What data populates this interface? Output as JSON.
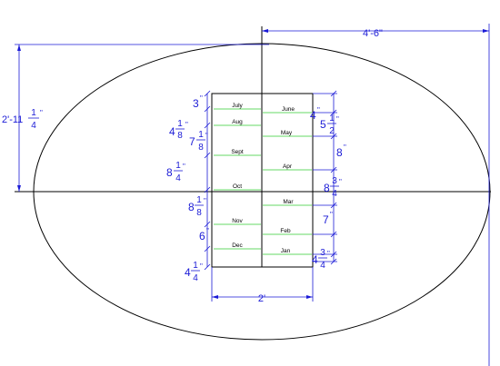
{
  "colors": {
    "outline": "#000000",
    "dimension": "#1a1ad6",
    "month_line": "#33cc33",
    "background": "#ffffff"
  },
  "overall": {
    "width_label": "4'-6\"",
    "height_whole": "2'-11",
    "height_frac_num": "1",
    "height_frac_den": "4",
    "height_frac_suffix": "\""
  },
  "board": {
    "width_label": "2'"
  },
  "left_months": [
    "July",
    "Aug",
    "Sept",
    "Oct",
    "Nov",
    "Dec"
  ],
  "right_months": [
    "June",
    "May",
    "Apr",
    "Mar",
    "Feb",
    "Jan"
  ],
  "left_dims": [
    {
      "whole": "3",
      "num": "",
      "den": "",
      "suffix": "\""
    },
    {
      "whole": "4",
      "num": "1",
      "den": "8",
      "suffix": "\""
    },
    {
      "whole": "7",
      "num": "1",
      "den": "8",
      "suffix": "\""
    },
    {
      "whole": "8",
      "num": "1",
      "den": "4",
      "suffix": "\""
    },
    {
      "whole": "8",
      "num": "1",
      "den": "8",
      "suffix": "\""
    },
    {
      "whole": "6",
      "num": "",
      "den": "",
      "suffix": "\""
    },
    {
      "whole": "4",
      "num": "1",
      "den": "4",
      "suffix": "\""
    }
  ],
  "right_dims": [
    {
      "whole": "4",
      "num": "",
      "den": "",
      "suffix": "\""
    },
    {
      "whole": "5",
      "num": "1",
      "den": "2",
      "suffix": "\""
    },
    {
      "whole": "8",
      "num": "",
      "den": "",
      "suffix": "\""
    },
    {
      "whole": "8",
      "num": "3",
      "den": "4",
      "suffix": "\""
    },
    {
      "whole": "7",
      "num": "",
      "den": "",
      "suffix": "\""
    },
    {
      "whole": "4",
      "num": "3",
      "den": "4",
      "suffix": "\""
    }
  ]
}
